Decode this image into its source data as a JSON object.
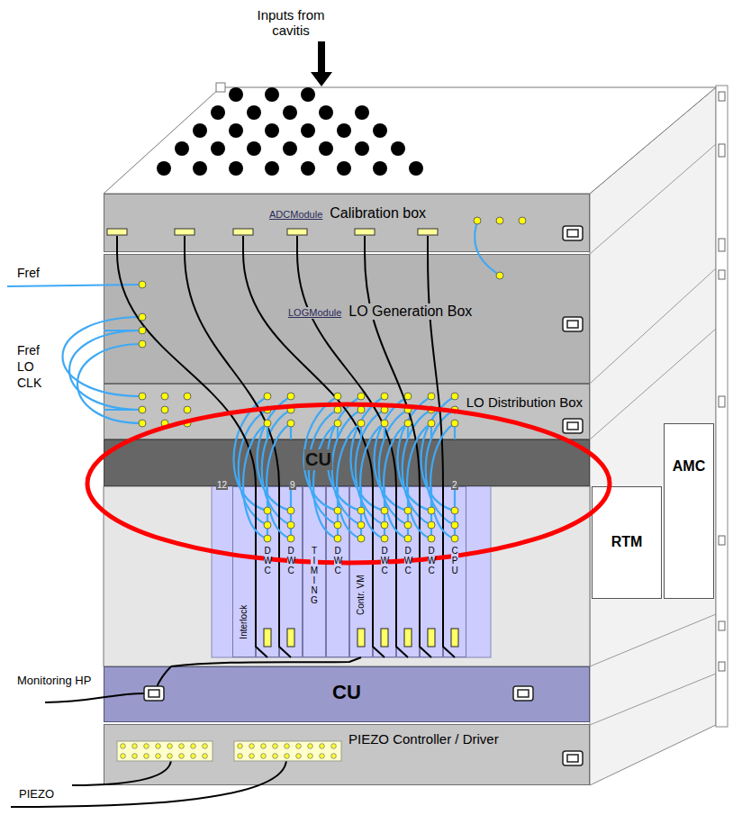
{
  "diagram": {
    "nodes": [
      {
        "text": [
          "ADCModule",
          "Calibration box"
        ]
      },
      {
        "text": [
          "LOGModule",
          "LO Generation Box"
        ]
      },
      {
        "text": [
          "LO Distribution Box"
        ]
      },
      {
        "text": [
          "CU"
        ]
      },
      {
        "text": [
          "Interlock"
        ]
      },
      {
        "text": [
          "DWC"
        ]
      },
      {
        "text": [
          "DWC"
        ]
      },
      {
        "text": [
          "TIMING"
        ]
      },
      {
        "text": [
          "DWC"
        ]
      },
      {
        "text": [
          "Contr. VM"
        ]
      },
      {
        "text": [
          "DWC"
        ]
      },
      {
        "text": [
          "DWC"
        ]
      },
      {
        "text": [
          "DWC"
        ]
      },
      {
        "text": [
          "CPU"
        ]
      },
      {
        "text": [
          "RTM"
        ]
      },
      {
        "text": [
          "AMC"
        ]
      },
      {
        "text": [
          "CU"
        ]
      },
      {
        "text": [
          "PIEZO Controller / Driver"
        ]
      }
    ],
    "edges": [
      {
        "from": 0,
        "to": 5,
        "arrow": "none"
      },
      {
        "from": 0,
        "to": 6,
        "arrow": "none"
      },
      {
        "from": 0,
        "to": 10,
        "arrow": "none"
      },
      {
        "from": 0,
        "to": 11,
        "arrow": "none"
      },
      {
        "from": 0,
        "to": 12,
        "arrow": "none"
      },
      {
        "from": 0,
        "to": 13,
        "arrow": "none"
      },
      {
        "from": 16,
        "to": 9,
        "arrow": "none"
      },
      {
        "from": 1,
        "to": 2,
        "arrow": "none"
      },
      {
        "from": 2,
        "to": 5,
        "arrow": "none"
      },
      {
        "from": 2,
        "to": 6,
        "arrow": "none"
      },
      {
        "from": 2,
        "to": 8,
        "arrow": "none"
      },
      {
        "from": 2,
        "to": 9,
        "arrow": "none"
      },
      {
        "from": 2,
        "to": 10,
        "arrow": "none"
      },
      {
        "from": 2,
        "to": 11,
        "arrow": "none"
      },
      {
        "from": 2,
        "to": 12,
        "arrow": "none"
      },
      {
        "from": 2,
        "to": 13,
        "arrow": "none"
      }
    ],
    "labels": [
      "Inputs from cavitis",
      "Fref",
      "Fref LO CLK",
      "Monitoring HP",
      "PIEZO",
      "12",
      "9",
      "2"
    ]
  }
}
